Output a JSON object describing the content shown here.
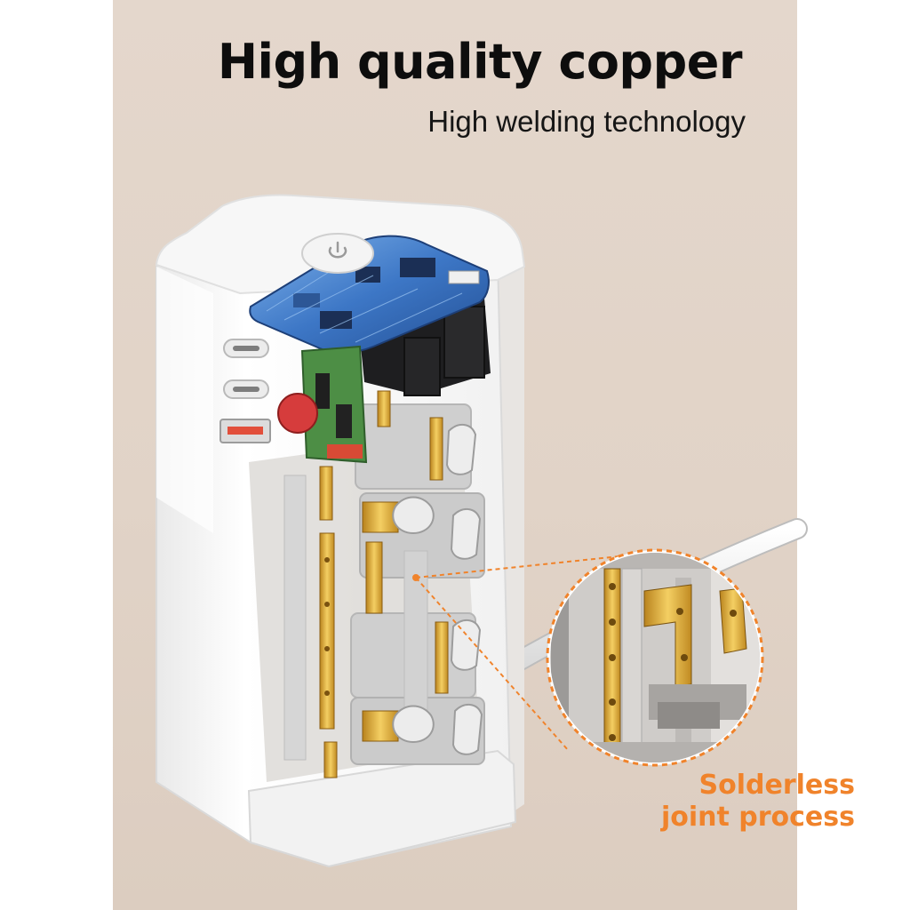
{
  "heading": {
    "title": "High quality copper",
    "subtitle": "High welding technology"
  },
  "callout": {
    "line1": "Solderless",
    "line2": "joint process"
  },
  "colors": {
    "background_panel": "#e2d5c9",
    "accent_orange": "#f0832b",
    "copper_gold": "#d9a536",
    "pcb_blue": "#3f7fd0",
    "shell_white": "#f4f4f4"
  },
  "icons": {
    "power_button": "power-icon",
    "port_1": "usb-c-port-icon",
    "port_2": "usb-c-port-icon",
    "port_3": "usb-a-port-icon"
  }
}
